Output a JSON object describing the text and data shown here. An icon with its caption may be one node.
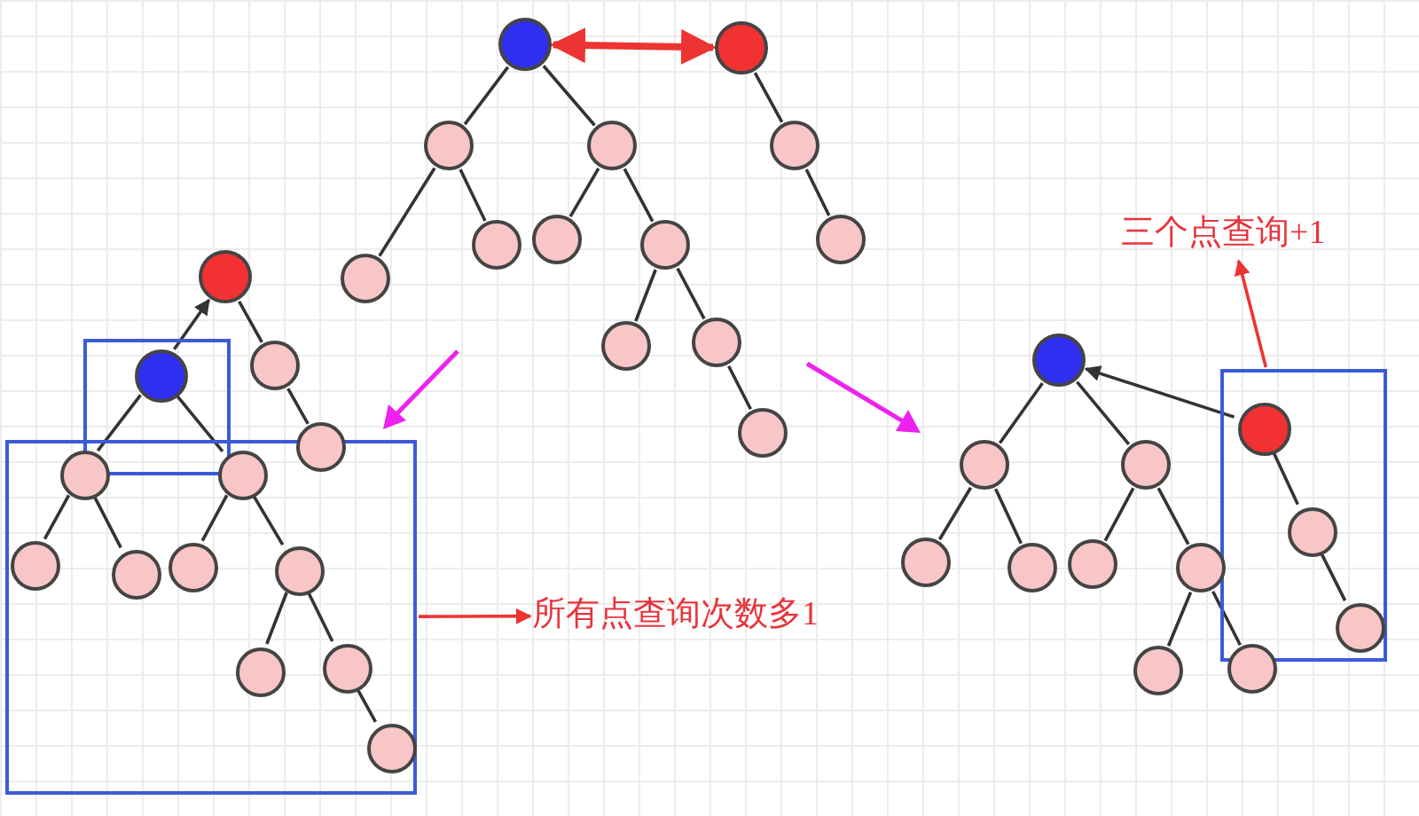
{
  "diagram": {
    "nodes": [
      {
        "text": [],
        "shape": "circle"
      },
      {
        "text": [],
        "shape": "circle"
      },
      {
        "text": [],
        "shape": "circle"
      },
      {
        "text": [],
        "shape": "circle"
      },
      {
        "text": [],
        "shape": "circle"
      },
      {
        "text": [],
        "shape": "circle"
      },
      {
        "text": [],
        "shape": "circle"
      },
      {
        "text": [],
        "shape": "circle"
      },
      {
        "text": [],
        "shape": "circle"
      },
      {
        "text": [],
        "shape": "circle"
      },
      {
        "text": [],
        "shape": "circle"
      },
      {
        "text": [],
        "shape": "circle"
      },
      {
        "text": [],
        "shape": "circle"
      },
      {
        "text": [],
        "shape": "box"
      },
      {
        "text": [],
        "shape": "box"
      },
      {
        "text": [],
        "shape": "circle"
      },
      {
        "text": [],
        "shape": "circle",
        "in": 13
      },
      {
        "text": [],
        "shape": "circle"
      },
      {
        "text": [],
        "shape": "circle"
      },
      {
        "text": [],
        "shape": "circle",
        "in": 14
      },
      {
        "text": [],
        "shape": "circle",
        "in": 14
      },
      {
        "text": [],
        "shape": "circle",
        "in": 14
      },
      {
        "text": [],
        "shape": "circle",
        "in": 14
      },
      {
        "text": [],
        "shape": "circle",
        "in": 14
      },
      {
        "text": [],
        "shape": "circle",
        "in": 14
      },
      {
        "text": [],
        "shape": "circle",
        "in": 14
      },
      {
        "text": [],
        "shape": "circle",
        "in": 14
      },
      {
        "text": [],
        "shape": "circle",
        "in": 14
      },
      {
        "text": [
          "所有点查询次数多1"
        ]
      },
      {
        "text": [
          "三个点查询+1"
        ]
      },
      {
        "text": [],
        "shape": "box"
      },
      {
        "text": [],
        "shape": "circle"
      },
      {
        "text": [],
        "shape": "circle"
      },
      {
        "text": [],
        "shape": "circle"
      },
      {
        "text": [],
        "shape": "circle"
      },
      {
        "text": [],
        "shape": "circle"
      },
      {
        "text": [],
        "shape": "circle"
      },
      {
        "text": [],
        "shape": "circle"
      },
      {
        "text": [],
        "shape": "circle"
      },
      {
        "text": [],
        "shape": "circle"
      },
      {
        "text": [],
        "shape": "circle",
        "in": 30
      },
      {
        "text": [],
        "shape": "circle",
        "in": 30
      },
      {
        "text": [],
        "shape": "circle",
        "in": 30
      }
    ],
    "edges": [
      {
        "from": 0,
        "to": 1,
        "arrow": "none"
      },
      {
        "from": 0,
        "to": 2,
        "arrow": "none"
      },
      {
        "from": 1,
        "to": 3,
        "arrow": "none"
      },
      {
        "from": 1,
        "to": 4,
        "arrow": "none"
      },
      {
        "from": 2,
        "to": 5,
        "arrow": "none"
      },
      {
        "from": 2,
        "to": 6,
        "arrow": "none"
      },
      {
        "from": 6,
        "to": 7,
        "arrow": "none"
      },
      {
        "from": 6,
        "to": 8,
        "arrow": "none"
      },
      {
        "from": 8,
        "to": 9,
        "arrow": "none"
      },
      {
        "from": 10,
        "to": 11,
        "arrow": "none"
      },
      {
        "from": 11,
        "to": 12,
        "arrow": "none"
      },
      {
        "from": 0,
        "to": 10,
        "arrow": "both",
        "style": "thick",
        "color": "#ee3333"
      },
      {
        "from": 16,
        "to": 15,
        "arrow": "to"
      },
      {
        "from": 15,
        "to": 17,
        "arrow": "none"
      },
      {
        "from": 17,
        "to": 18,
        "arrow": "none"
      },
      {
        "from": 16,
        "to": 19,
        "arrow": "none"
      },
      {
        "from": 16,
        "to": 20,
        "arrow": "none"
      },
      {
        "from": 19,
        "to": 21,
        "arrow": "none"
      },
      {
        "from": 19,
        "to": 22,
        "arrow": "none"
      },
      {
        "from": 20,
        "to": 23,
        "arrow": "none"
      },
      {
        "from": 20,
        "to": 24,
        "arrow": "none"
      },
      {
        "from": 24,
        "to": 25,
        "arrow": "none"
      },
      {
        "from": 24,
        "to": 26,
        "arrow": "none"
      },
      {
        "from": 26,
        "to": 27,
        "arrow": "none"
      },
      {
        "from": 14,
        "to": 28,
        "arrow": "to",
        "color": "#ee3333"
      },
      {
        "from": 30,
        "to": 29,
        "arrow": "to",
        "color": "#ee3333"
      },
      {
        "from": 40,
        "to": 31,
        "arrow": "to"
      },
      {
        "from": 31,
        "to": 32,
        "arrow": "none"
      },
      {
        "from": 31,
        "to": 33,
        "arrow": "none"
      },
      {
        "from": 32,
        "to": 34,
        "arrow": "none"
      },
      {
        "from": 32,
        "to": 35,
        "arrow": "none"
      },
      {
        "from": 33,
        "to": 36,
        "arrow": "none"
      },
      {
        "from": 33,
        "to": 37,
        "arrow": "none"
      },
      {
        "from": 37,
        "to": 38,
        "arrow": "none"
      },
      {
        "from": 37,
        "to": 39,
        "arrow": "none"
      },
      {
        "from": 40,
        "to": 41,
        "arrow": "none"
      },
      {
        "from": 41,
        "to": 42,
        "arrow": "none"
      }
    ]
  }
}
